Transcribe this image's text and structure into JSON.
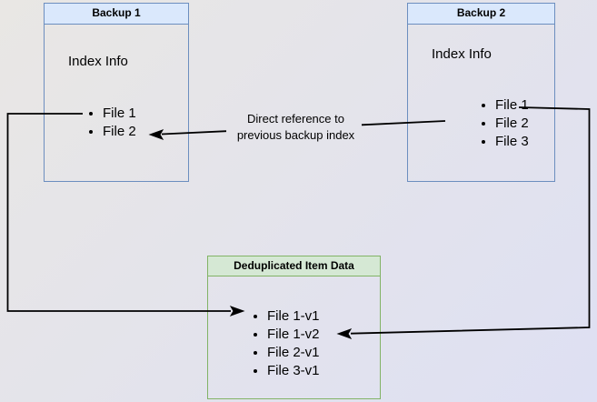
{
  "backup1": {
    "title": "Backup 1",
    "section_label": "Index Info",
    "files": [
      "File 1",
      "File 2"
    ]
  },
  "backup2": {
    "title": "Backup 2",
    "section_label": "Index Info",
    "files": [
      "File 1",
      "File 2",
      "File 3"
    ]
  },
  "dedup": {
    "title": "Deduplicated Item Data",
    "items": [
      "File 1-v1",
      "File 1-v2",
      "File 2-v1",
      "File 3-v1"
    ]
  },
  "edge_label": {
    "line1": "Direct reference to",
    "line2": "previous backup index"
  },
  "colors": {
    "blue_border": "#6c8ebf",
    "blue_fill": "#dae8fc",
    "green_border": "#82b366",
    "green_fill": "#d5e8d4",
    "arrow": "#000000",
    "bg_top_left": "#e9e7e4",
    "bg_bottom_right": "#dee0f3"
  }
}
